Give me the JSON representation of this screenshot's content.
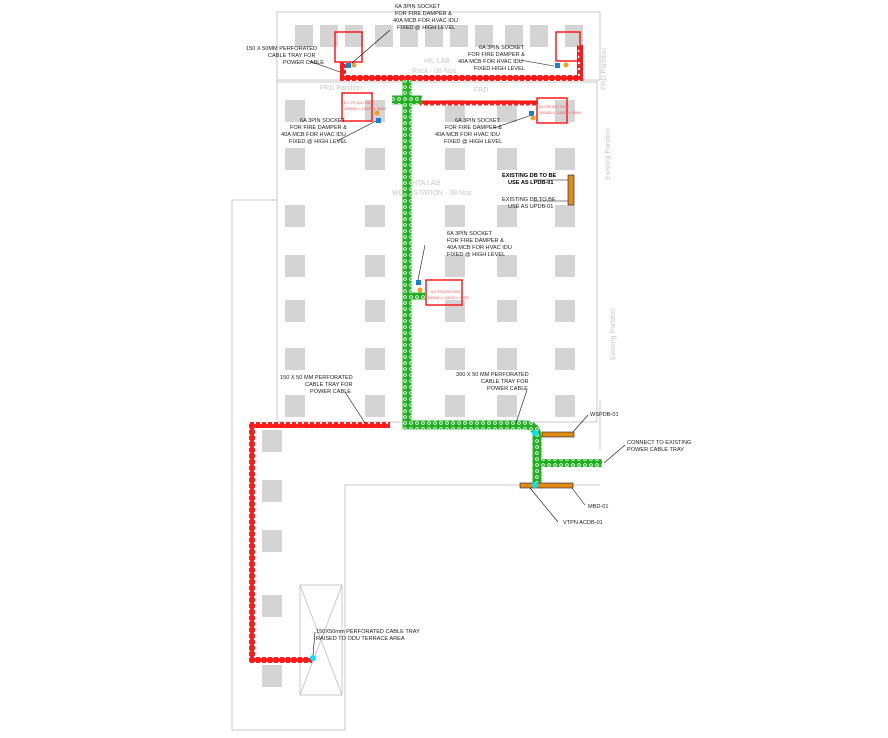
{
  "rooms": {
    "hil_lab": "HIL LAB",
    "hil_rack": "Rack - 08 Nos",
    "frd_partition": "FRD Partition",
    "frd": "FRD",
    "hta_lab": "HTA LAB",
    "hta_workstation": "WORKSTATION - 38 Nos",
    "existing_partition": "Existing Partition",
    "frd_partition_right": "FRD Partition"
  },
  "idu_label": [
    "6.0 TR IDU SIZE",
    "1200W x 1100D x 300H"
  ],
  "socket_note": [
    "6A 3PIN SOCKET",
    "FOR FIRE DAMPER &",
    "40A MCB FOR  HVAC IDU",
    "FIXED @ HIGH LEVEL"
  ],
  "socket_note_top_right": [
    "6A 3PIN SOCKET",
    "FOR FIRE DAMPER &",
    "40A MCB FOR  HVAC IDU",
    "FIXED HIGH LEVEL"
  ],
  "tray_150_top": [
    "150 X 50MM PERFORATED",
    "CABLE TRAY  FOR",
    "POWER CABLE"
  ],
  "tray_150_mid": [
    "150 X 50 MM PERFORATED",
    "CABLE TRAY FOR",
    "POWER CABLE"
  ],
  "tray_300": [
    "300 X 50 MM  PERFORATED",
    "CABLE TRAY FOR",
    "POWER CABLE"
  ],
  "existing_db_1": [
    "EXISTING DB TO BE",
    "USE AS LPDB-01"
  ],
  "existing_db_2": [
    "EXISTING DB TO BE",
    "USE AS UPDB-01"
  ],
  "wspdb": "WSPDB-01",
  "connect_existing": [
    "CONNECT TO EXISTING",
    "POWER CABLE TRAY"
  ],
  "mbd": "MBD-01",
  "vtpn": "VTPN ACDB-01",
  "terrace_tray": [
    "150X50mm PERFORATED CABLE TRAY",
    "RAISED TO ODU TERRACE AREA"
  ],
  "colors": {
    "red_tray": "#ff1a1a",
    "green_tray": "#22b022",
    "db": "#e08a1a",
    "odu": "#00e5ff"
  }
}
